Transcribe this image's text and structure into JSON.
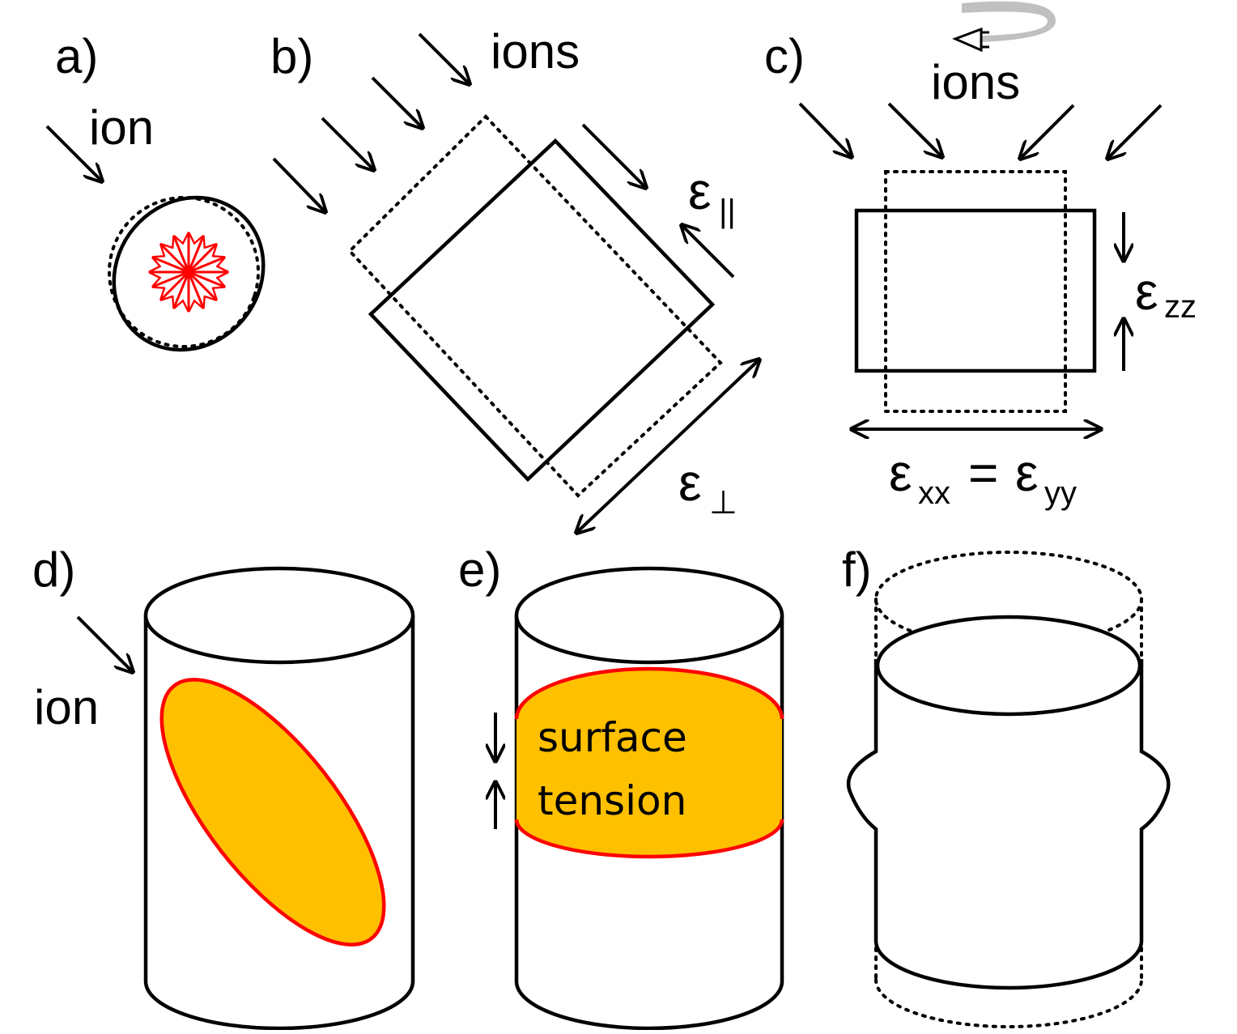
{
  "panels": {
    "a": {
      "label": "a)",
      "ion_label": "ion"
    },
    "b": {
      "label": "b)",
      "ions_label": "ions",
      "eps_par_symbol": "ε",
      "eps_par_sub": "||",
      "eps_perp_symbol": "ε",
      "eps_perp_sub": "⊥"
    },
    "c": {
      "label": "c)",
      "ions_label": "ions",
      "ezz_symbol": "ε",
      "ezz_sub": "zz",
      "exx_symbol": "ε",
      "exx_sub": "xx",
      "equals": "=",
      "eyy_symbol": "ε",
      "eyy_sub": "yy"
    },
    "d": {
      "label": "d)",
      "ion_label": "ion"
    },
    "e": {
      "label": "e)",
      "surface_tension_line1": "surface",
      "surface_tension_line2": "tension"
    },
    "f": {
      "label": "f)"
    }
  },
  "colors": {
    "stroke": "#000000",
    "red": "#ff0000",
    "fill_orange": "#ffc000",
    "rotation_arrow": "#c0c0c0"
  }
}
